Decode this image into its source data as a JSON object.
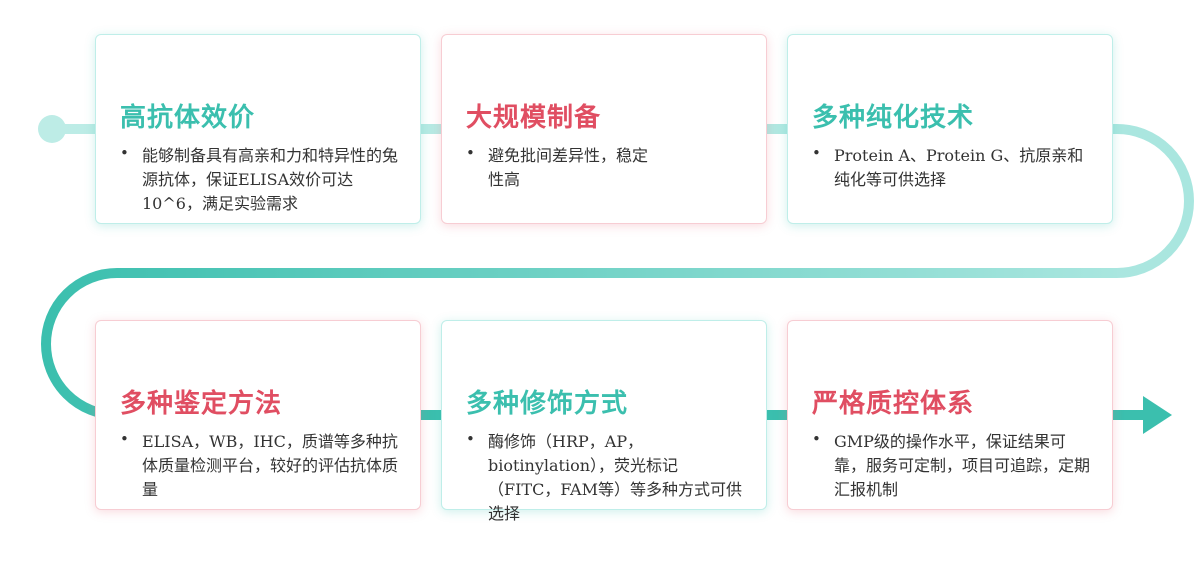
{
  "colors": {
    "teal": "#3bbfae",
    "pink": "#e04e62",
    "track_light": "#bdece6",
    "track_dark": "#3bbfae"
  },
  "cards": [
    {
      "title": "高抗体效价",
      "accent": "teal",
      "text": "能够制备具有高亲和力和特异性的兔源抗体，保证ELISA效价可达10^6，满足实验需求"
    },
    {
      "title": "大规模制备",
      "accent": "pink",
      "text": "避免批间差异性，稳定性高"
    },
    {
      "title": "多种纯化技术",
      "accent": "teal",
      "text": "Protein A、Protein G、抗原亲和纯化等可供选择"
    },
    {
      "title": "多种鉴定方法",
      "accent": "pink",
      "text": "ELISA，WB，IHC，质谱等多种抗体质量检测平台，较好的评估抗体质量"
    },
    {
      "title": "多种修饰方式",
      "accent": "teal",
      "text": "酶修饰（HRP，AP，biotinylation），荧光标记（FITC，FAM等）等多种方式可供选择"
    },
    {
      "title": "严格质控体系",
      "accent": "pink",
      "text": "GMP级的操作水平，保证结果可靠，服务可定制，项目可追踪，定期汇报机制"
    }
  ]
}
